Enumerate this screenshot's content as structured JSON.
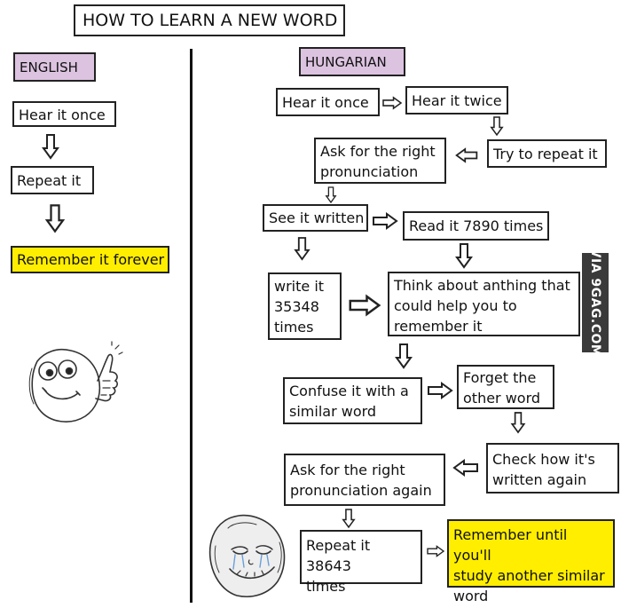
{
  "title": "HOW TO LEARN A NEW WORD",
  "columns": {
    "english": "ENGLISH",
    "hungarian": "HUNGARIAN"
  },
  "english": {
    "step1": "Hear it once",
    "step2": "Repeat it",
    "result": "Remember it forever"
  },
  "hungarian": {
    "hear_once": "Hear it once",
    "hear_twice": "Hear it twice",
    "try_repeat": "Try to repeat it",
    "ask_pronunciation": "Ask for the right\npronunciation",
    "see_written": "See it written",
    "read_times": "Read it 7890 times",
    "write_times": "write it\n35348\ntimes",
    "think_about": "Think about anthing that\ncould help you to\nremember it",
    "confuse": "Confuse it with a\nsimilar word",
    "forget": "Forget the\nother word",
    "check_written": "Check how it's\nwritten again",
    "ask_again": "Ask for the right\npronunciation again",
    "repeat_times": "Repeat it 38643\ntimes",
    "result": "Remember until you'll\nstudy another similar\nword"
  },
  "watermark": "VIA 9GAG.COM",
  "colors": {
    "language_label": "#dcc3e0",
    "highlight": "#ffee00",
    "border": "#222222"
  }
}
